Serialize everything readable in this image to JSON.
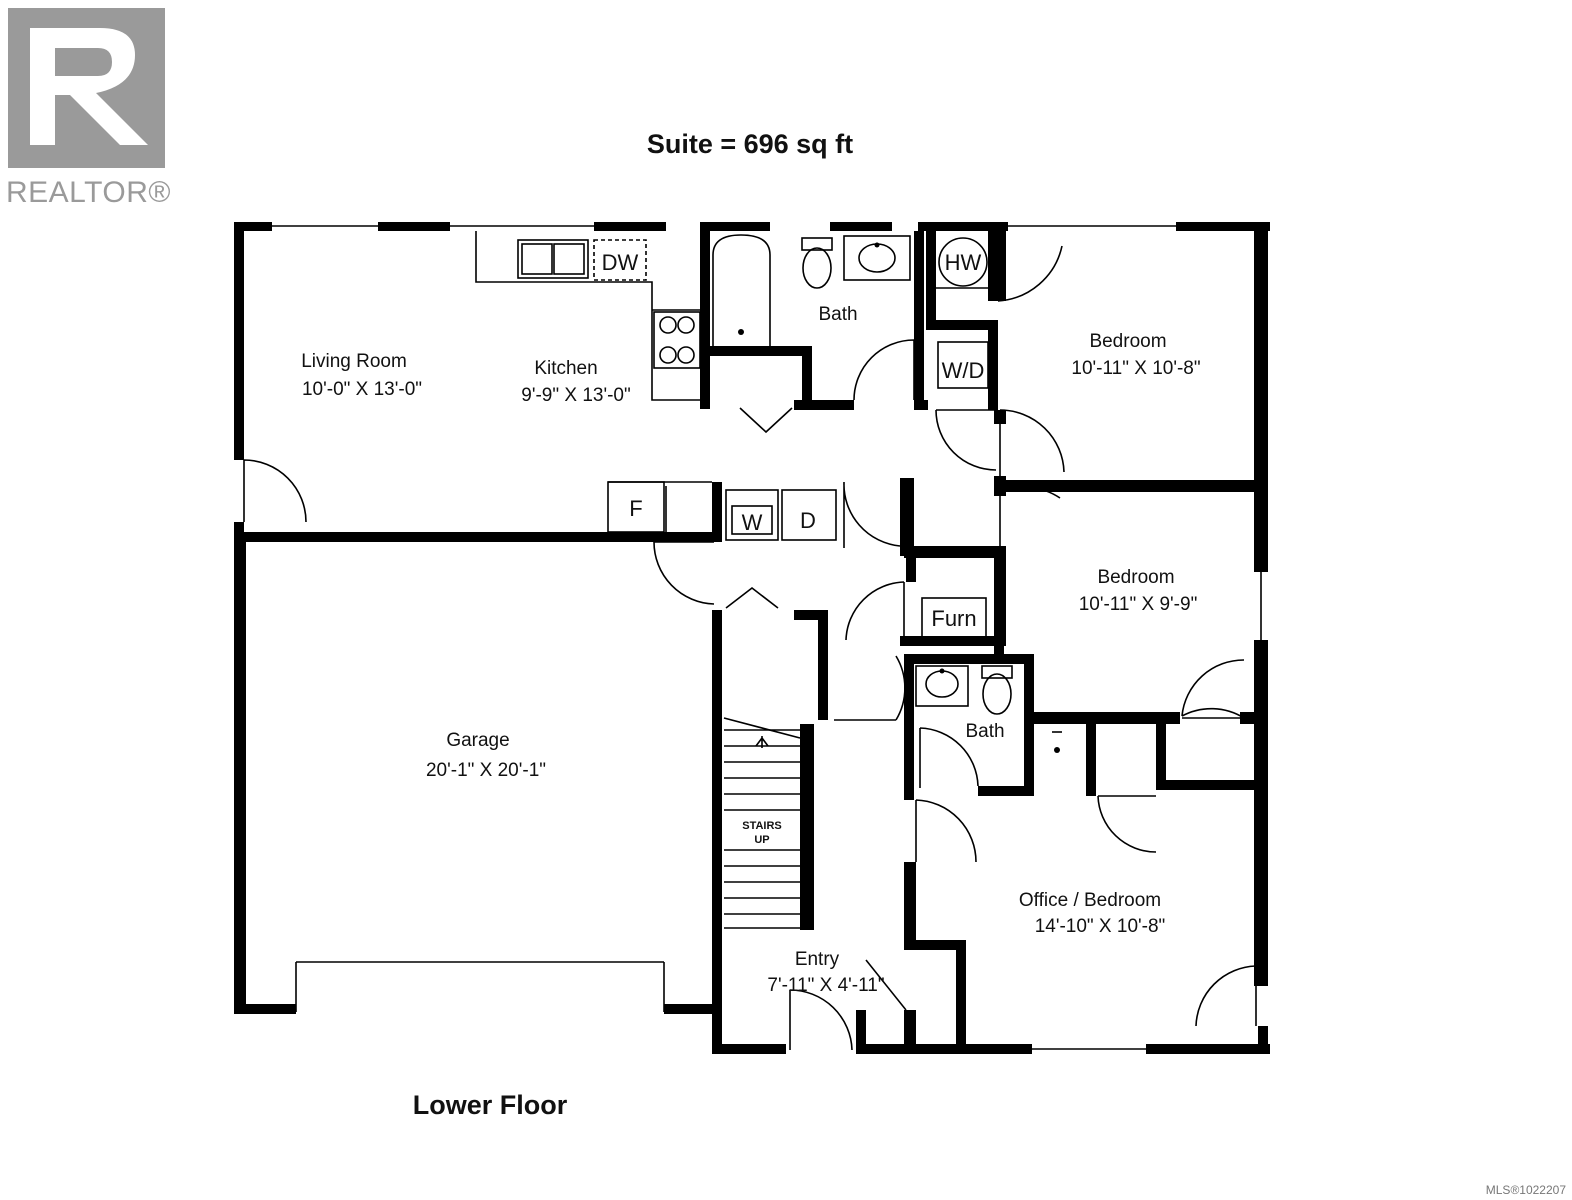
{
  "logo": {
    "text": "REALTOR®",
    "color": "#9a9a9a"
  },
  "suite_area": "Suite = 696 sq ft",
  "floor_title": "Lower Floor",
  "mls_number": "MLS®1022207",
  "rooms": {
    "living_room": {
      "name": "Living Room",
      "size": "10'-0\" X 13'-0\""
    },
    "kitchen": {
      "name": "Kitchen",
      "size": "9'-9\" X 13'-0\""
    },
    "bath_upper": {
      "name": "Bath"
    },
    "bedroom_1": {
      "name": "Bedroom",
      "size": "10'-11\" X 10'-8\""
    },
    "bedroom_2": {
      "name": "Bedroom",
      "size": "10'-11\" X 9'-9\""
    },
    "bath_lower": {
      "name": "Bath"
    },
    "garage": {
      "name": "Garage",
      "size": "20'-1\" X 20'-1\""
    },
    "office": {
      "name": "Office / Bedroom",
      "size": "14'-10\" X 10'-8\""
    },
    "entry": {
      "name": "Entry",
      "size": "7'-11\" X 4'-11\""
    }
  },
  "fixtures": {
    "dw": "DW",
    "hw": "HW",
    "wd_stack": "W/D",
    "fridge": "F",
    "washer": "W",
    "dryer": "D",
    "furnace": "Furn",
    "stairs_line1": "STAIRS",
    "stairs_line2": "UP"
  }
}
